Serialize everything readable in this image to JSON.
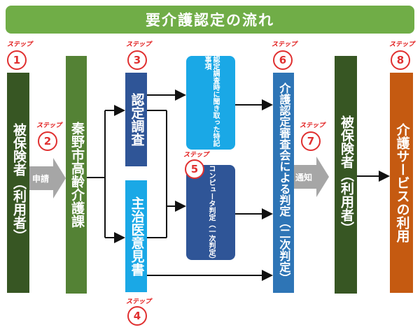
{
  "title": "要介護認定の流れ",
  "step_label": "ステップ",
  "boxes": {
    "insured_left": "被保険者（利用者）",
    "city_office": "秦野市高齢介護課",
    "investigation": "認定調査",
    "doctor_opinion": "主治医意見書",
    "special_notes": "認定調査時に聞き取った特記事項",
    "computer_judgment": "コンピュータ判定（一次判定）",
    "committee": "介護認定審査会による判定（二次判定）",
    "insured_right": "被保険者（利用者）",
    "service_use": "介護サービスの利用"
  },
  "arrows": {
    "apply": "申請",
    "notify": "通知"
  },
  "steps": [
    "1",
    "2",
    "3",
    "4",
    "5",
    "6",
    "7",
    "8"
  ],
  "colors": {
    "banner": "#70ad47",
    "dark_green": "#375623",
    "green": "#548235",
    "navy": "#2f5597",
    "cyan": "#1aa8e6",
    "blue": "#2e75b6",
    "orange": "#c55a11",
    "step_red": "#e03030",
    "arrow_gray": "#a6a6a6"
  }
}
